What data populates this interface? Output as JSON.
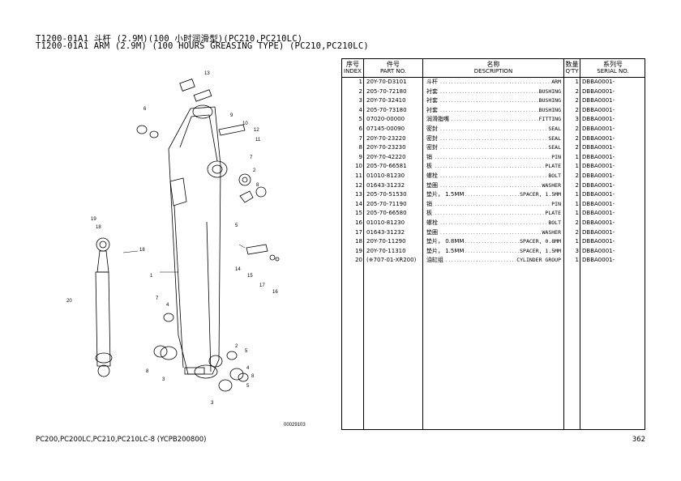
{
  "title_cn": "T1200-01A1 斗杆 (2.9M)(100 小时润滑型)(PC210,PC210LC)",
  "title_en": "T1200-01A1 ARM (2.9M) (100 HOURS GREASING TYPE) (PC210,PC210LC)",
  "table": {
    "headers": {
      "index": {
        "cn": "序号",
        "en": "INDEX"
      },
      "part_no": {
        "cn": "件号",
        "en": "PART NO."
      },
      "description": {
        "cn": "名称",
        "en": "DESCRIPTION"
      },
      "qty": {
        "cn": "数量",
        "en": "Q'TY"
      },
      "serial": {
        "cn": "系列号",
        "en": "SERIAL NO."
      }
    },
    "rows": [
      {
        "index": "1",
        "part_no": "20Y-70-D3101",
        "cn": "斗杆",
        "en": "ARM",
        "qty": "1",
        "serial": "DBBA0001-"
      },
      {
        "index": "2",
        "part_no": "205-70-72180",
        "cn": "衬套",
        "en": "BUSHING",
        "qty": "2",
        "serial": "DBBA0001-"
      },
      {
        "index": "3",
        "part_no": "20Y-70-32410",
        "cn": "衬套",
        "en": "BUSHING",
        "qty": "2",
        "serial": "DBBA0001-"
      },
      {
        "index": "4",
        "part_no": "205-70-73180",
        "cn": "衬套",
        "en": "BUSHING",
        "qty": "2",
        "serial": "DBBA0001-"
      },
      {
        "index": "5",
        "part_no": "07020-00000",
        "cn": "润滑脂嘴",
        "en": "FITTING",
        "qty": "3",
        "serial": "DBBA0001-"
      },
      {
        "index": "6",
        "part_no": "07145-00090",
        "cn": "密封",
        "en": "SEAL",
        "qty": "2",
        "serial": "DBBA0001-"
      },
      {
        "index": "7",
        "part_no": "20Y-70-23220",
        "cn": "密封",
        "en": "SEAL",
        "qty": "2",
        "serial": "DBBA0001-"
      },
      {
        "index": "8",
        "part_no": "20Y-70-23230",
        "cn": "密封",
        "en": "SEAL",
        "qty": "2",
        "serial": "DBBA0001-"
      },
      {
        "index": "9",
        "part_no": "20Y-70-42220",
        "cn": "销",
        "en": "PIN",
        "qty": "1",
        "serial": "DBBA0001-"
      },
      {
        "index": "10",
        "part_no": "205-70-66581",
        "cn": "板",
        "en": "PLATE",
        "qty": "1",
        "serial": "DBBA0001-"
      },
      {
        "index": "11",
        "part_no": "01010-81230",
        "cn": "螺栓",
        "en": "BOLT",
        "qty": "2",
        "serial": "DBBA0001-"
      },
      {
        "index": "12",
        "part_no": "01643-31232",
        "cn": "垫圈",
        "en": "WASHER",
        "qty": "2",
        "serial": "DBBA0001-"
      },
      {
        "index": "13",
        "part_no": "205-70-51530",
        "cn": "垫片， 1.5MM",
        "en": "SPACER, 1.5MM",
        "qty": "1",
        "serial": "DBBA0001-"
      },
      {
        "index": "14",
        "part_no": "205-70-71190",
        "cn": "销",
        "en": "PIN",
        "qty": "1",
        "serial": "DBBA0001-"
      },
      {
        "index": "15",
        "part_no": "205-70-66580",
        "cn": "板",
        "en": "PLATE",
        "qty": "1",
        "serial": "DBBA0001-"
      },
      {
        "index": "16",
        "part_no": "01010-81230",
        "cn": "螺栓",
        "en": "BOLT",
        "qty": "2",
        "serial": "DBBA0001-"
      },
      {
        "index": "17",
        "part_no": "01643-31232",
        "cn": "垫圈",
        "en": "WASHER",
        "qty": "2",
        "serial": "DBBA0001-"
      },
      {
        "index": "18",
        "part_no": "20Y-70-11290",
        "cn": "垫片， 0.8MM",
        "en": "SPACER, 0.8MM",
        "qty": "1",
        "serial": "DBBA0001-"
      },
      {
        "index": "19",
        "part_no": "20Y-70-11310",
        "cn": "垫片， 1.5MM",
        "en": "SPACER, 1.5MM",
        "qty": "3",
        "serial": "DBBA0001-"
      },
      {
        "index": "20",
        "part_no": "(※707-01-XR200)",
        "cn": "油缸组",
        "en": "CYLINDER GROUP",
        "qty": "1",
        "serial": "DBBA0001-"
      }
    ]
  },
  "drawing": {
    "callouts": [
      "13",
      "6",
      "9",
      "10",
      "12",
      "11",
      "2",
      "7",
      "8",
      "5",
      "19",
      "18",
      "1",
      "14",
      "15",
      "17",
      "16",
      "20",
      "7",
      "4",
      "8",
      "3",
      "2",
      "5",
      "4",
      "8",
      "3",
      "5"
    ],
    "figure_code": "00029103"
  },
  "footer": {
    "model": "PC200,PC200LC,PC210,PC210LC-8 (YCPB200800)",
    "page": "362"
  }
}
